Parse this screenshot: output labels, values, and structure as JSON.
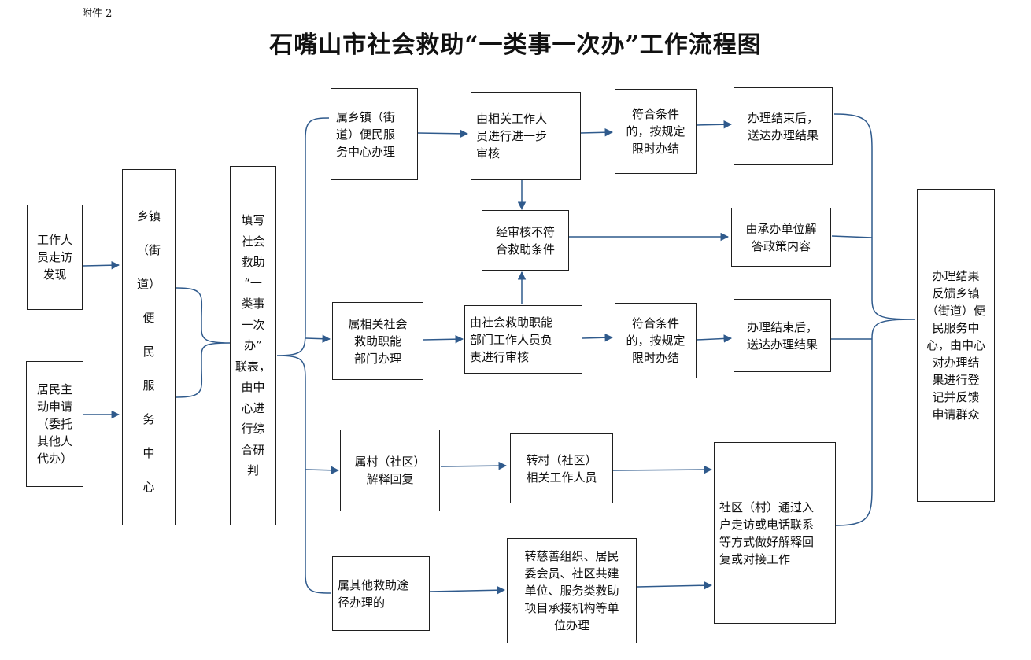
{
  "annex": "附件 2",
  "title": "石嘴山市社会救助“一类事一次办”工作流程图",
  "colors": {
    "line": "#2f5a8c",
    "border": "#1f1f1f"
  },
  "boxes": {
    "visit": "工作人\n员走访\n发现",
    "apply": "居民主\n动申请\n（委托\n其他人\n代办）",
    "center": "乡镇\n（街道）\n便\n民\n服\n务\n中\n心",
    "fill_form": "填写\n社会\n救助\n“一\n类事\n一次\n办”\n联表，\n由中\n心进\n行综\n合研\n判",
    "township": "属乡镇（街\n道）便民服\n务中心办理",
    "staff_review": "由相关工作人\n员进行进一步\n审核",
    "meet1": "符合条件\n的，按规定\n限时办结",
    "done1": "办理结束后，\n送达办理结果",
    "not_meet": "经审核不符\n合救助条件",
    "explain_policy": "由承办单位解\n答政策内容",
    "dept": "属相关社会\n救助职能\n部门办理",
    "dept_review": "由社会救助职能\n部门工作人员负\n责进行审核",
    "meet2": "符合条件\n的，按规定\n限时办结",
    "done2": "办理结束后，\n送达办理结果",
    "village": "属村（社区）\n解释回复",
    "transfer_village": "转村（社区）\n相关工作人员",
    "community_work": "社区（村）通过入\n户走访或电话联系\n等方式做好解释回\n复或对接工作",
    "other": "属其他救助途\n径办理的",
    "charity": "转慈善组织、居民\n委会员、社区共建\n单位、服务类救助\n项目承接机构等单\n位办理",
    "feedback": "办理结果\n反馈乡镇\n（街道）便\n民服务中\n心，由中心\n对办理结\n果进行登\n记并反馈\n申请群众"
  }
}
